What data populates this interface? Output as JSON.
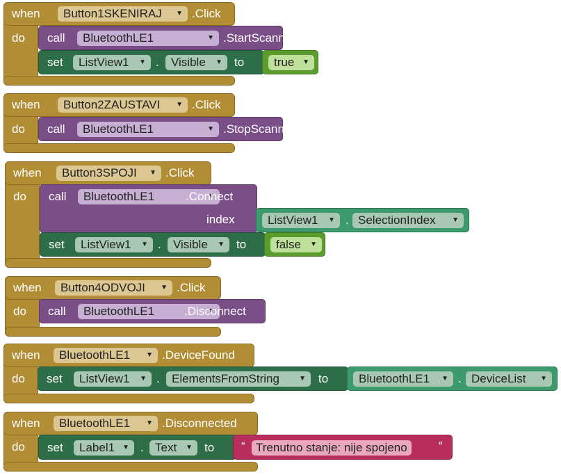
{
  "keywords": {
    "when": "when",
    "do": "do",
    "call": "call",
    "set": "set",
    "to": "to",
    "index": "index",
    "dot": "."
  },
  "blocks": [
    {
      "component": "Button1SKENIRAJ",
      "event": ".Click",
      "call": {
        "component": "BluetoothLE1",
        "method": ".StartScanning"
      },
      "set": {
        "component": "ListView1",
        "property": "Visible",
        "value": "true"
      }
    },
    {
      "component": "Button2ZAUSTAVI",
      "event": ".Click",
      "call": {
        "component": "BluetoothLE1",
        "method": ".StopScanning"
      }
    },
    {
      "component": "Button3SPOJI",
      "event": ".Click",
      "call": {
        "component": "BluetoothLE1",
        "method": ".Connect",
        "arg": {
          "component": "ListView1",
          "property": "SelectionIndex"
        }
      },
      "set": {
        "component": "ListView1",
        "property": "Visible",
        "value": "false"
      }
    },
    {
      "component": "Button4ODVOJI",
      "event": ".Click",
      "call": {
        "component": "BluetoothLE1",
        "method": ".Disconnect"
      }
    },
    {
      "component": "BluetoothLE1",
      "event": ".DeviceFound",
      "set": {
        "component": "ListView1",
        "property": "ElementsFromString",
        "getter": {
          "component": "BluetoothLE1",
          "property": "DeviceList"
        }
      }
    },
    {
      "component": "BluetoothLE1",
      "event": ".Disconnected",
      "set": {
        "component": "Label1",
        "property": "Text",
        "text": "Trenutno stanje: nije spojeno",
        "open_quote": "“",
        "close_quote": "”"
      }
    }
  ],
  "colors": {
    "event": "#b18e35",
    "call": "#7a4e86",
    "set": "#2d6e48",
    "logic": "#5a9c2e",
    "text": "#b72e5c",
    "getter": "#3d9a6c"
  },
  "icons": {
    "dropdown": "triangle-down-icon"
  }
}
